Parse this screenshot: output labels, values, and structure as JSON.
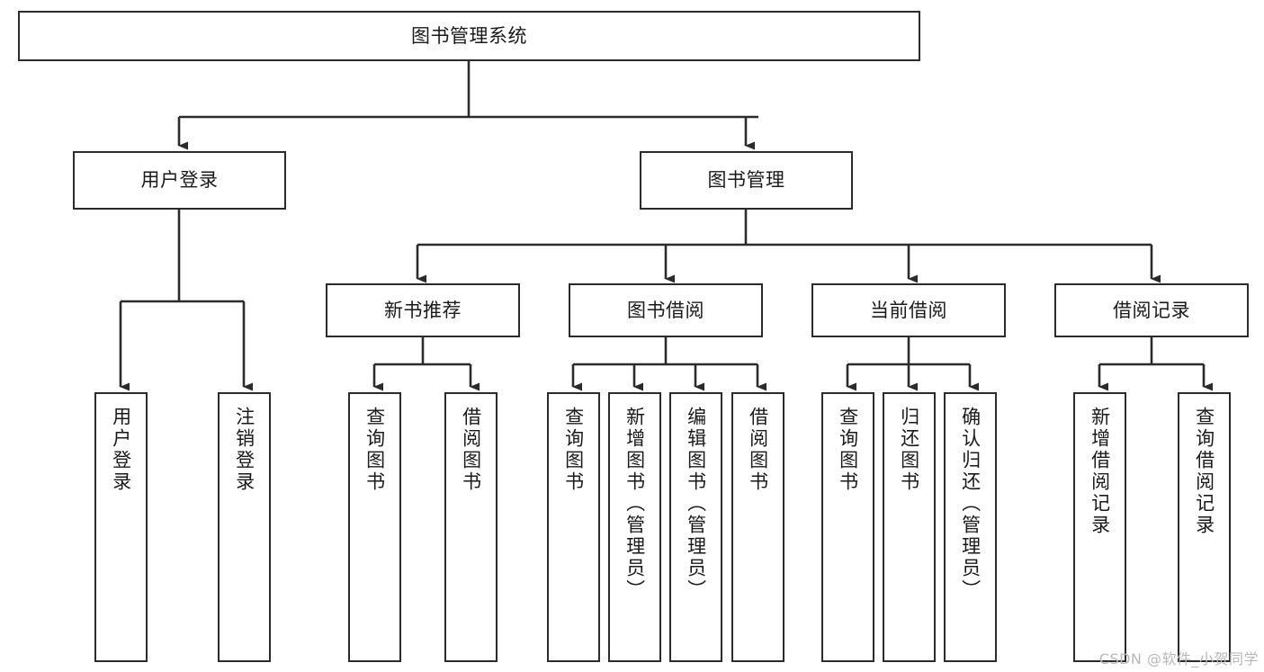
{
  "diagram": {
    "type": "tree",
    "title": "图书管理系统",
    "watermark": "CSDN @软件_小贺同学",
    "colors": {
      "box_border": "#2b2b2b",
      "box_fill": "#ffffff",
      "edge": "#2b2b2b",
      "text": "#1a1a1a",
      "watermark": "#b8b8b8"
    },
    "nodes": {
      "root": {
        "label": "图书管理系统"
      },
      "l2": [
        {
          "id": "user-login",
          "label": "用户登录"
        },
        {
          "id": "book-manage",
          "label": "图书管理"
        }
      ],
      "l3": [
        {
          "id": "new-book-recommend",
          "label": "新书推荐"
        },
        {
          "id": "book-borrow",
          "label": "图书借阅"
        },
        {
          "id": "current-borrow",
          "label": "当前借阅"
        },
        {
          "id": "borrow-record",
          "label": "借阅记录"
        }
      ],
      "leaves": [
        {
          "id": "leaf-user-login",
          "label": "用户登录",
          "parent": "user-login"
        },
        {
          "id": "leaf-logout-login",
          "label": "注销登录",
          "parent": "user-login"
        },
        {
          "id": "leaf-query-book-1",
          "label": "查询图书",
          "parent": "new-book-recommend"
        },
        {
          "id": "leaf-borrow-book-1",
          "label": "借阅图书",
          "parent": "new-book-recommend"
        },
        {
          "id": "leaf-query-book-2",
          "label": "查询图书",
          "parent": "book-borrow"
        },
        {
          "id": "leaf-add-book",
          "label": "新增图书（管理员）",
          "parent": "book-borrow"
        },
        {
          "id": "leaf-edit-book",
          "label": "编辑图书（管理员）",
          "parent": "book-borrow"
        },
        {
          "id": "leaf-borrow-book-2",
          "label": "借阅图书",
          "parent": "book-borrow"
        },
        {
          "id": "leaf-query-book-3",
          "label": "查询图书",
          "parent": "current-borrow"
        },
        {
          "id": "leaf-return-book",
          "label": "归还图书",
          "parent": "current-borrow"
        },
        {
          "id": "leaf-confirm-return",
          "label": "确认归还（管理员）",
          "parent": "current-borrow"
        },
        {
          "id": "leaf-add-record",
          "label": "新增借阅记录",
          "parent": "borrow-record"
        },
        {
          "id": "leaf-query-record",
          "label": "查询借阅记录",
          "parent": "borrow-record"
        }
      ]
    }
  }
}
